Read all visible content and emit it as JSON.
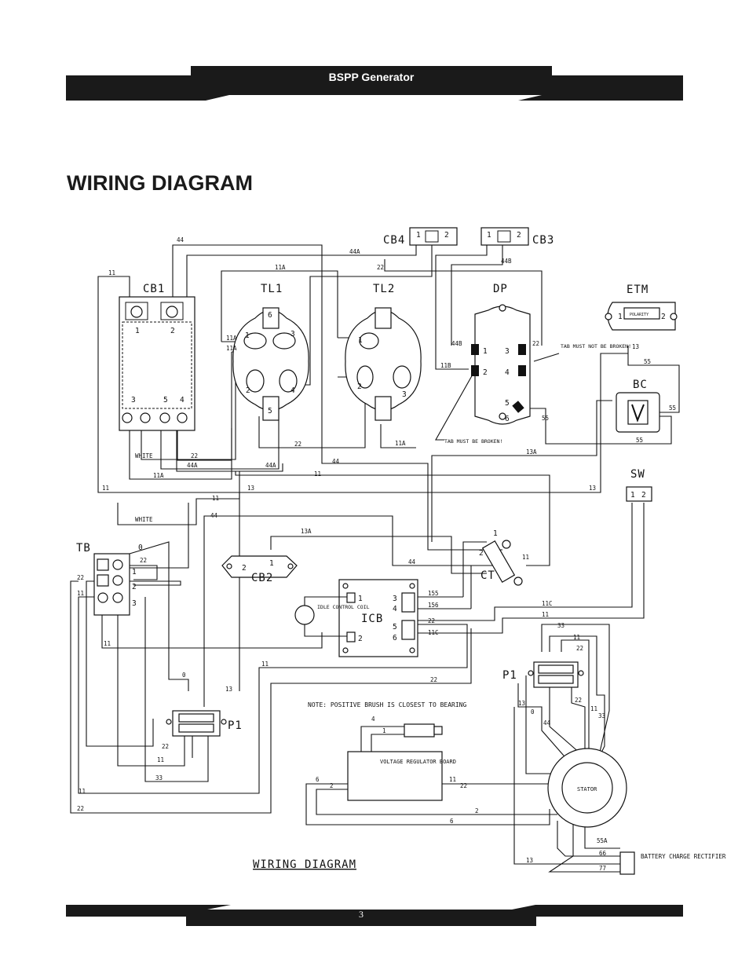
{
  "header": {
    "title": "BSPP Generator"
  },
  "page": {
    "heading": "WIRING DIAGRAM",
    "number": "3"
  },
  "diagram": {
    "caption": "WIRING DIAGRAM",
    "note": "NOTE: POSITIVE BRUSH IS CLOSEST TO BEARING",
    "components": {
      "cb1": {
        "name": "CB1",
        "pins": [
          "1",
          "2",
          "3",
          "5",
          "4"
        ]
      },
      "tl1": {
        "name": "TL1",
        "pins": [
          "6",
          "1",
          "3",
          "2",
          "4",
          "5"
        ]
      },
      "tl2": {
        "name": "TL2",
        "pins": [
          "1",
          "2",
          "3"
        ]
      },
      "cb4": {
        "name": "CB4",
        "pins": [
          "1",
          "2"
        ]
      },
      "cb3": {
        "name": "CB3",
        "pins": [
          "1",
          "2"
        ]
      },
      "dp": {
        "name": "DP",
        "pins": [
          "1",
          "3",
          "2",
          "4",
          "5",
          "6"
        ],
        "note_tab": "TAB MUST NOT BE BROKEN!",
        "note_tab2": "TAB MUST BE BROKEN!"
      },
      "etm": {
        "name": "ETM",
        "pins": [
          "1",
          "2"
        ],
        "inner": "POLARITY"
      },
      "bc": {
        "name": "BC"
      },
      "sw": {
        "name": "SW",
        "pins": [
          "1",
          "2"
        ]
      },
      "tb": {
        "name": "TB",
        "pins": [
          "0",
          "1",
          "2",
          "3"
        ]
      },
      "cb2": {
        "name": "CB2",
        "pins": [
          "2",
          "1"
        ]
      },
      "ct": {
        "name": "CT",
        "pins": [
          "1",
          "2"
        ]
      },
      "icb": {
        "name": "ICB",
        "pins": [
          "1",
          "2",
          "3",
          "4",
          "5",
          "6"
        ]
      },
      "idle_coil": {
        "name": "IDLE CONTROL COIL"
      },
      "p1_left": {
        "name": "P1"
      },
      "p1_right": {
        "name": "P1"
      },
      "vrb": {
        "name": "VOLTAGE REGULATOR BOARD"
      },
      "stator": {
        "name": "STATOR"
      },
      "bcr": {
        "name": "BATTERY CHARGE RECTIFIER"
      }
    },
    "wires": [
      "44",
      "44A",
      "11A",
      "22",
      "11",
      "11B",
      "44B",
      "13",
      "55",
      "13A",
      "WHITE",
      "0",
      "33",
      "13A",
      "155",
      "156",
      "11C",
      "6",
      "2",
      "4",
      "1",
      "55A",
      "66",
      "77"
    ]
  }
}
